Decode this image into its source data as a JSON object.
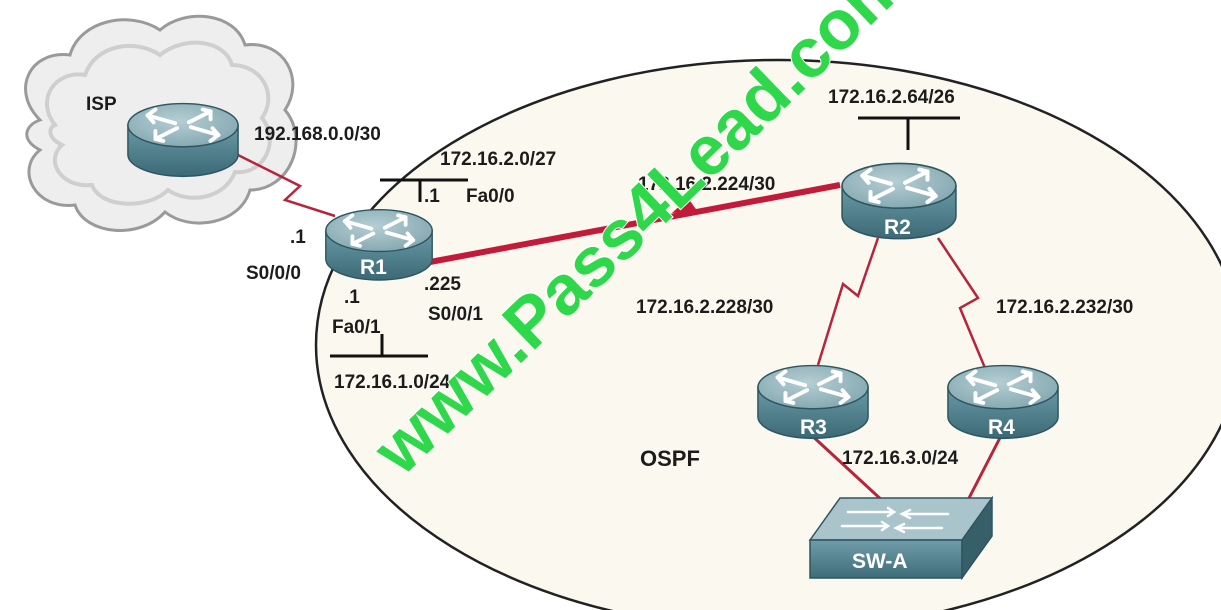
{
  "labels": {
    "isp": "ISP",
    "isp_link": "192.168.0.0/30",
    "r1_lan0": "172.16.2.0/27",
    "r1_fa00_ip": ".1",
    "r1_fa00": "Fa0/0",
    "r1_s000_ip": ".1",
    "r1_s000": "S0/0/0",
    "r1_s001_ip": ".225",
    "r1_s001": "S0/0/1",
    "r1_fa01_ip": ".1",
    "r1_fa01": "Fa0/1",
    "r1_lan1": "172.16.1.0/24",
    "r1_r2_link": "172.16.2.224/30",
    "r2_lan": "172.16.2.64/26",
    "r2_r3_link": "172.16.2.228/30",
    "r2_r4_link": "172.16.2.232/30",
    "sw_lan": "172.16.3.0/24",
    "ospf": "OSPF"
  },
  "devices": {
    "r1": "R1",
    "r2": "R2",
    "r3": "R3",
    "r4": "R4",
    "sw": "SW-A"
  },
  "watermark": "www.Pass4Lead.com",
  "colors": {
    "ospf_area": "#fbf9ef",
    "cloud": "#e8e8e8",
    "router_top": "#8fb1b8",
    "router_body": "#4f8592",
    "link": "#c41a3a",
    "serial": "#b5253d",
    "watermark": "#2fd84a"
  }
}
